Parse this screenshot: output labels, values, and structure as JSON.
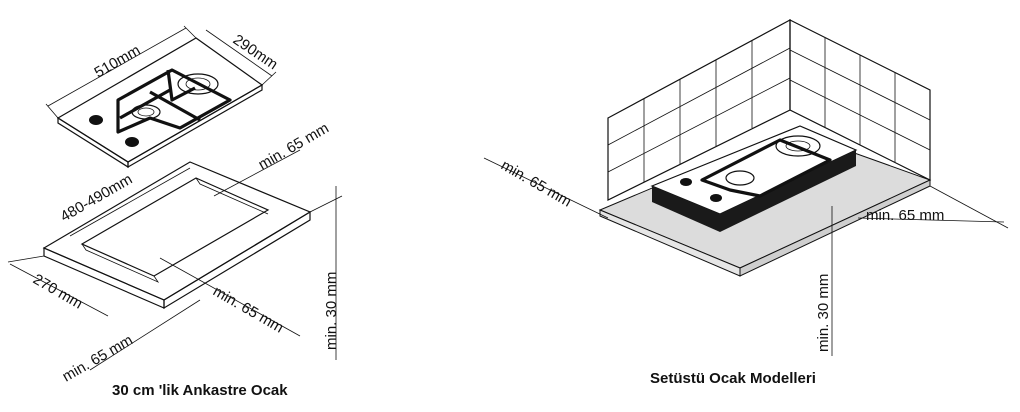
{
  "colors": {
    "ink": "#111111",
    "shadow": "#dcdcdc",
    "wall": "#ffffff",
    "hob": "#1a1a1a"
  },
  "left_diagram": {
    "caption": "30 cm 'lik Ankastre Ocak",
    "dims": {
      "width": "510mm",
      "depth": "290mm",
      "cutout_w": "480-490mm",
      "cutout_d": "270 mm",
      "side_top": "min. 65 mm",
      "side_right": "min. 65 mm",
      "side_bottom": "min. 65 mm",
      "height": "min. 30 mm"
    }
  },
  "right_diagram": {
    "caption": "Setüstü Ocak Modelleri",
    "dims": {
      "left_clearance": "min. 65 mm",
      "right_clearance": "min. 65 mm",
      "height": "min. 30 mm"
    }
  }
}
